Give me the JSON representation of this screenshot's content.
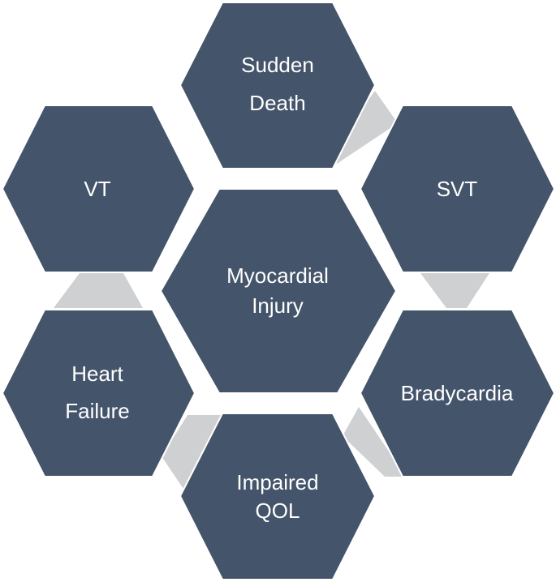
{
  "diagram": {
    "center": {
      "lines": [
        "Myocardial",
        "Injury"
      ]
    },
    "nodes": [
      {
        "id": "sudden-death",
        "lines": [
          "Sudden",
          "Death"
        ]
      },
      {
        "id": "svt",
        "lines": [
          "SVT"
        ]
      },
      {
        "id": "bradycardia",
        "lines": [
          "Bradycardia"
        ]
      },
      {
        "id": "impaired-qol",
        "lines": [
          "Impaired",
          "QOL"
        ]
      },
      {
        "id": "heart-failure",
        "lines": [
          "Heart",
          "Failure"
        ]
      },
      {
        "id": "vt",
        "lines": [
          "VT"
        ]
      }
    ]
  },
  "colors": {
    "hexagon_fill": "#44546a",
    "connector_fill": "#cfd0d2",
    "label_text": "#ffffff"
  }
}
